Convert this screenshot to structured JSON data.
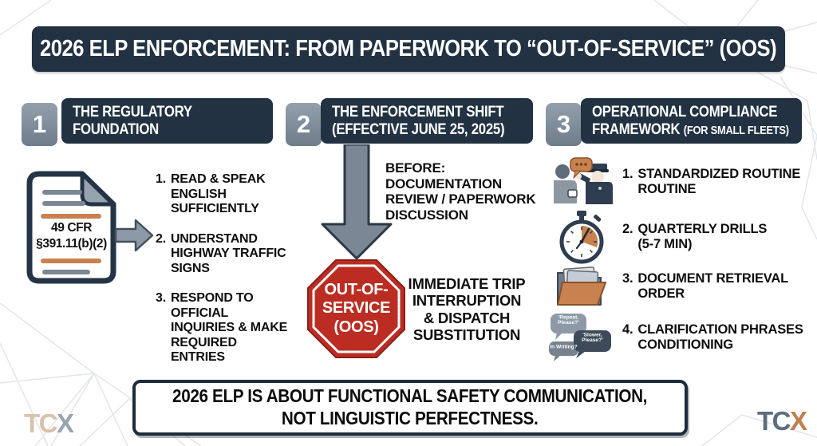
{
  "title": "2026 ELP ENFORCEMENT: FROM PAPERWORK TO “OUT-OF-SERVICE” (OOS)",
  "colors": {
    "navy": "#223242",
    "number_gray": "#7e8b98",
    "stop_red": "#bb2d22",
    "orange": "#c9824f",
    "line_gray": "#7b8793",
    "text": "#0e0e0e",
    "bg_line": "#e2e6ea",
    "brand_tan": "#d8c2ab",
    "brand_gray": "#97a5b1",
    "brand_slate": "#5d6d7c",
    "brand_orange": "#c07f4f"
  },
  "sections": [
    {
      "number": "1",
      "line1": "THE REGULATORY",
      "line2": "FOUNDATION"
    },
    {
      "number": "2",
      "line1": "THE ENFORCEMENT SHIFT",
      "line2": "(EFFECTIVE JUNE 25, 2025)"
    },
    {
      "number": "3",
      "line1": "OPERATIONAL COMPLIANCE",
      "line2": "FRAMEWORK",
      "line2_small": "(FOR SMALL FLEETS)"
    }
  ],
  "regulatory": {
    "document_label": "49 CFR\n§391.11(b)(2)",
    "document_icon": "regulation-document-icon",
    "arrow_icon": "right-arrow-icon",
    "items": [
      {
        "num": "1.",
        "text": "READ & SPEAK\nENGLISH\nSUFFICIENTLY"
      },
      {
        "num": "2.",
        "text": "UNDERSTAND\nHIGHWAY TRAFFIC\nSIGNS"
      },
      {
        "num": "3.",
        "text": "RESPOND TO\nOFFICIAL\nINQUIRIES & MAKE\nREQUIRED ENTRIES"
      }
    ]
  },
  "enforcement": {
    "arrow_icon": "down-arrow-icon",
    "before": "BEFORE:\nDOCUMENTATION\nREVIEW / PAPERWORK\nDISCUSSION",
    "stop_sign": {
      "icon": "out-of-service-stop-sign-icon",
      "line1": "OUT-OF-",
      "line2": "SERVICE",
      "line3": "(OOS)"
    },
    "after": "IMMEDIATE TRIP\nINTERRUPTION\n& DISPATCH\nSUBSTITUTION"
  },
  "framework": {
    "items": [
      {
        "num": "1.",
        "text": "STANDARDIZED ROUTINE\nROUTINE",
        "icon": "driver-officer-conversation-icon"
      },
      {
        "num": "2.",
        "text": "QUARTERLY DRILLS\n(5-7 MIN)",
        "icon": "stopwatch-icon"
      },
      {
        "num": "3.",
        "text": "DOCUMENT RETRIEVAL\nORDER",
        "icon": "folder-documents-icon"
      },
      {
        "num": "4.",
        "text": "CLARIFICATION PHRASES\nCONDITIONING",
        "icon": "speech-bubbles-icon"
      }
    ],
    "bubbles": {
      "b1": "'Repeat,\nPlease?'",
      "b2": "'Slower,\nPlease?'",
      "b3": "In Writing?"
    }
  },
  "footer": {
    "line1": "2026 ELP IS ABOUT FUNCTIONAL SAFETY COMMUNICATION,",
    "line2": "NOT LINGUISTIC PERFECTNESS."
  },
  "brand": {
    "tc": "TC",
    "x": "X"
  }
}
